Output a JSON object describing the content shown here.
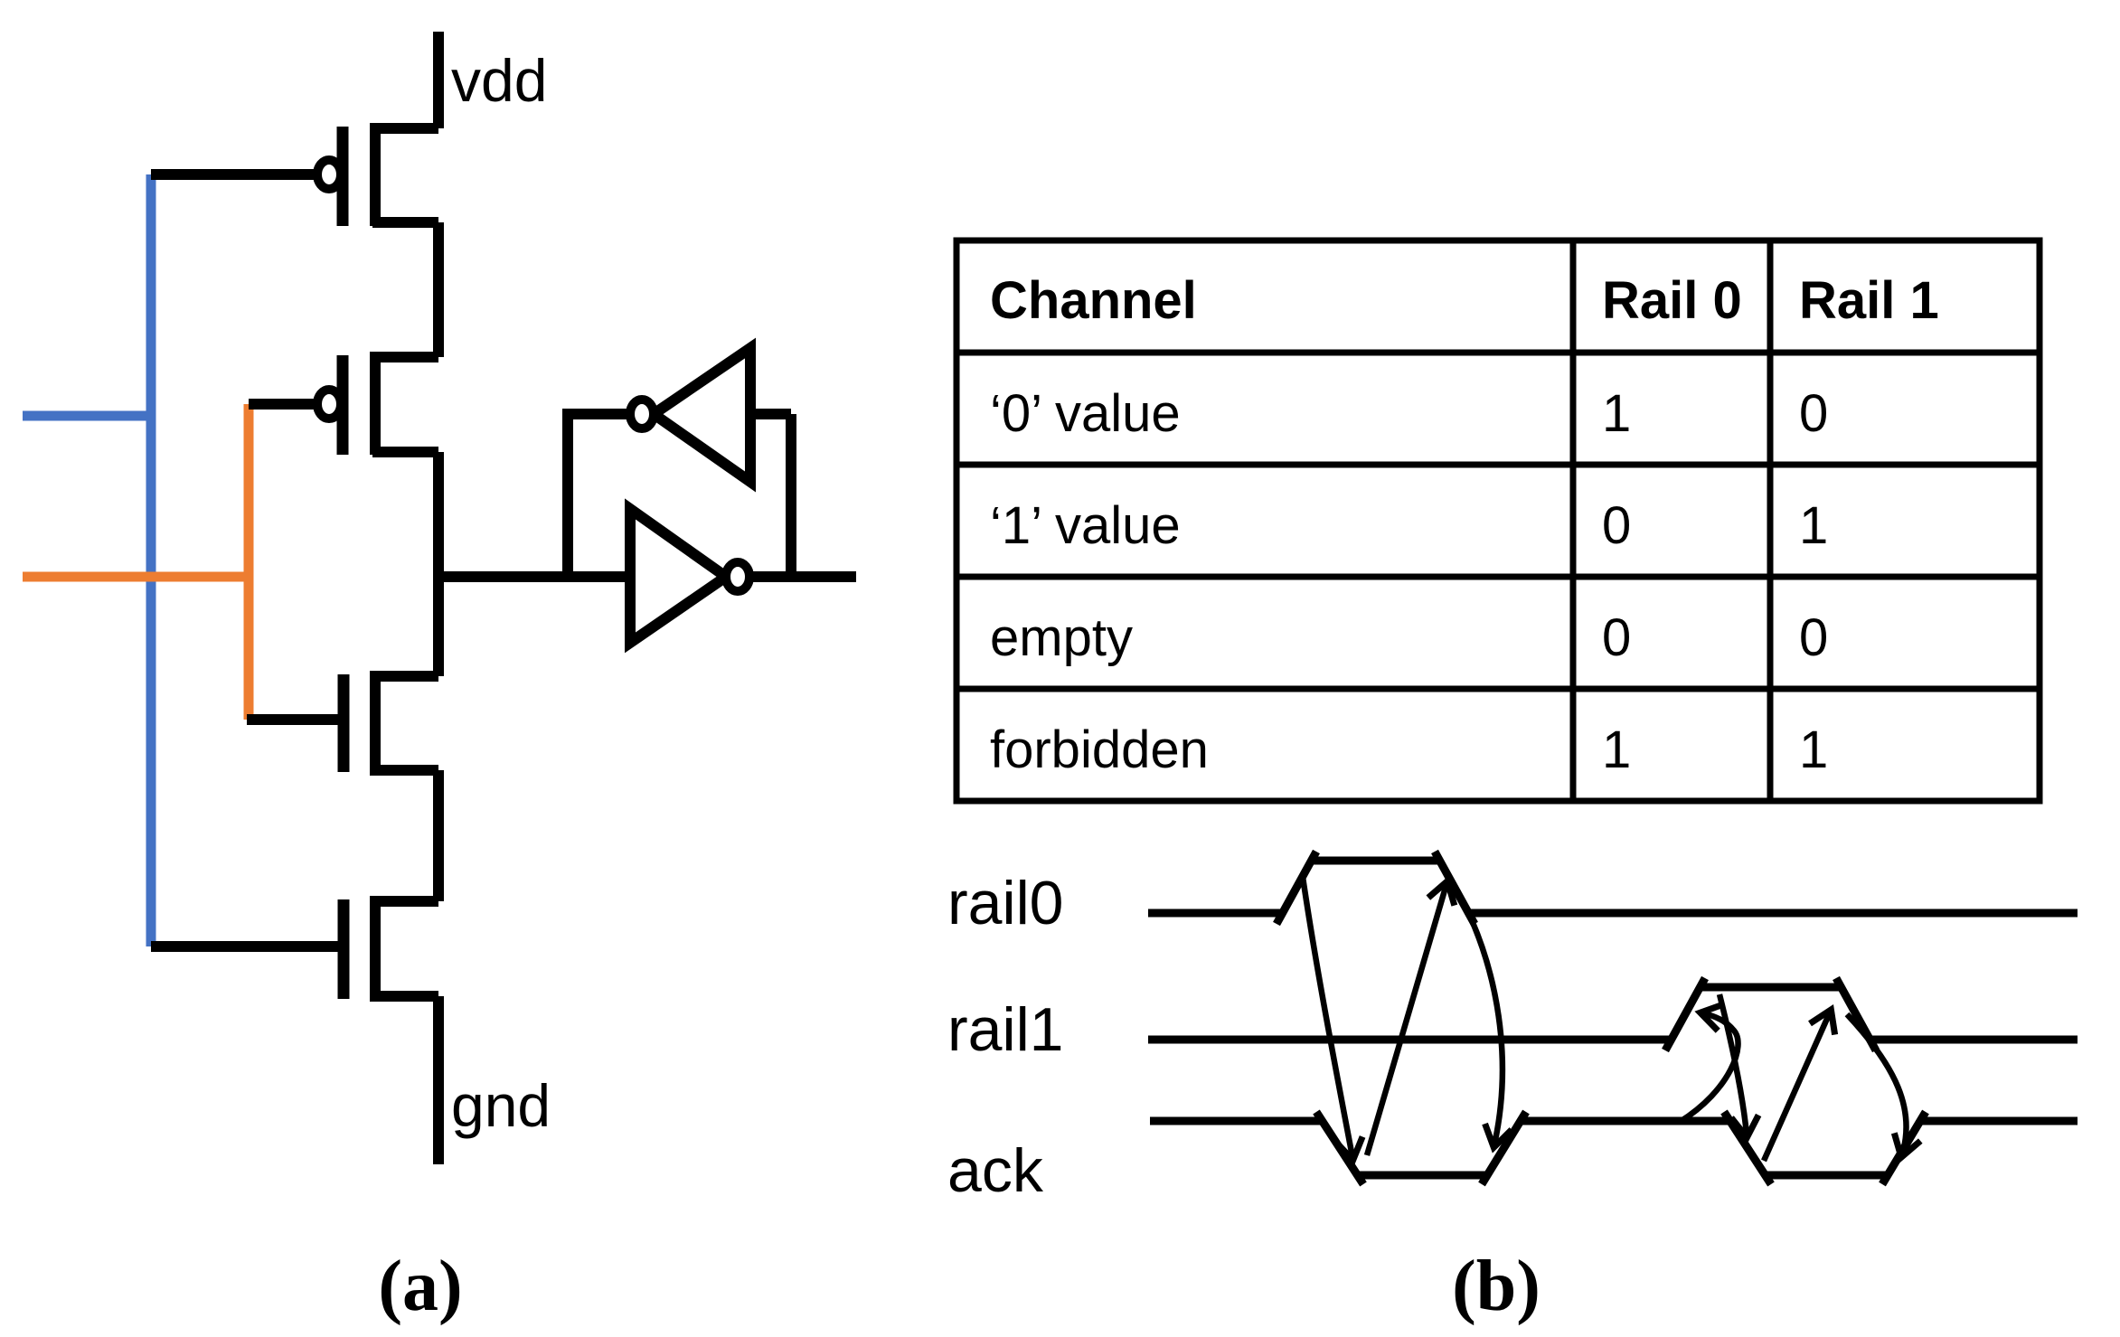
{
  "colors": {
    "wire_blue": "#4472C4",
    "wire_orange": "#ED7D31",
    "ink": "#000000"
  },
  "panel_a": {
    "caption": "(a)",
    "labels": {
      "vdd": "vdd",
      "gnd": "gnd"
    }
  },
  "panel_b": {
    "caption": "(b)",
    "table": {
      "headers": [
        "Channel",
        "Rail 0",
        "Rail 1"
      ],
      "rows": [
        [
          "‘0’ value",
          "1",
          "0"
        ],
        [
          "‘1’ value",
          "0",
          "1"
        ],
        [
          "empty",
          "0",
          "0"
        ],
        [
          "forbidden",
          "1",
          "1"
        ]
      ]
    },
    "timing": {
      "signals": [
        "rail0",
        "rail1",
        "ack"
      ]
    }
  }
}
